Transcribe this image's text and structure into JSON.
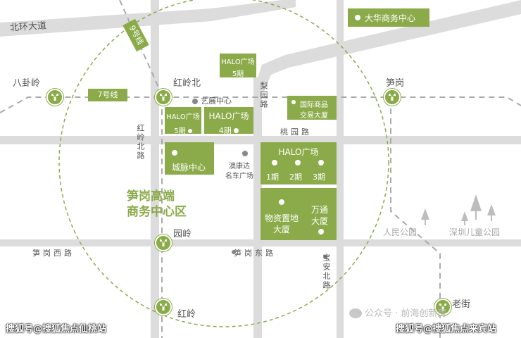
{
  "colors": {
    "accent": "#8bab4a",
    "road": "#dcdcdc",
    "text": "#555555",
    "dashed": "#8bab4a"
  },
  "roads": {
    "beihuan": "北环大道",
    "liyuan": "梨园路",
    "taoyuan": "桃园路",
    "hongling_north": "红岭北路",
    "sungang_west": "笋岗西路",
    "sungang_east": "笋岗东路",
    "baoan_north": "宝安北路"
  },
  "metro_lines": {
    "line9": "9号线",
    "line7": "7号线"
  },
  "stations": {
    "bagualing": "八卦岭",
    "honglingbei": "红岭北",
    "sungang": "笋岗",
    "yuanling": "园岭",
    "hongling": "红岭",
    "laojie": "老街"
  },
  "places": {
    "dahua": "大华商务中心",
    "halo5_top_name": "HALO广场",
    "halo5_top_phase": "5期",
    "yizhan": "艺展中心",
    "guoji_1": "国际商品",
    "guoji_2": "交易大厦",
    "halo5_name": "HALO广场",
    "halo5_phase": "5期",
    "halo4_name": "HALO广场",
    "halo4_phase": "4期",
    "chengmai": "城脉中心",
    "aokangda_1": "澳康达",
    "aokangda_2": "名车广场",
    "halo123_name": "HALO广场",
    "halo_p1": "1期",
    "halo_p2": "2期",
    "halo_p3": "3期",
    "wuzi_1": "物资置地",
    "wuzi_2": "大厦",
    "wantong_1": "万通",
    "wantong_2": "大厦",
    "district_1": "笋岗高端",
    "district_2": "商务中心区",
    "renmin_park": "人民公园",
    "children_park": "深圳儿童公园"
  },
  "watermarks": {
    "left": "搜狐号@搜狐焦点仙桃站",
    "right": "搜狐号@搜狐焦点来宾站",
    "wechat": "公众号 · 前海创新房"
  },
  "icons": {
    "metro": "metro-station-icon",
    "park": "tree-icon",
    "wechat": "wechat-icon"
  }
}
